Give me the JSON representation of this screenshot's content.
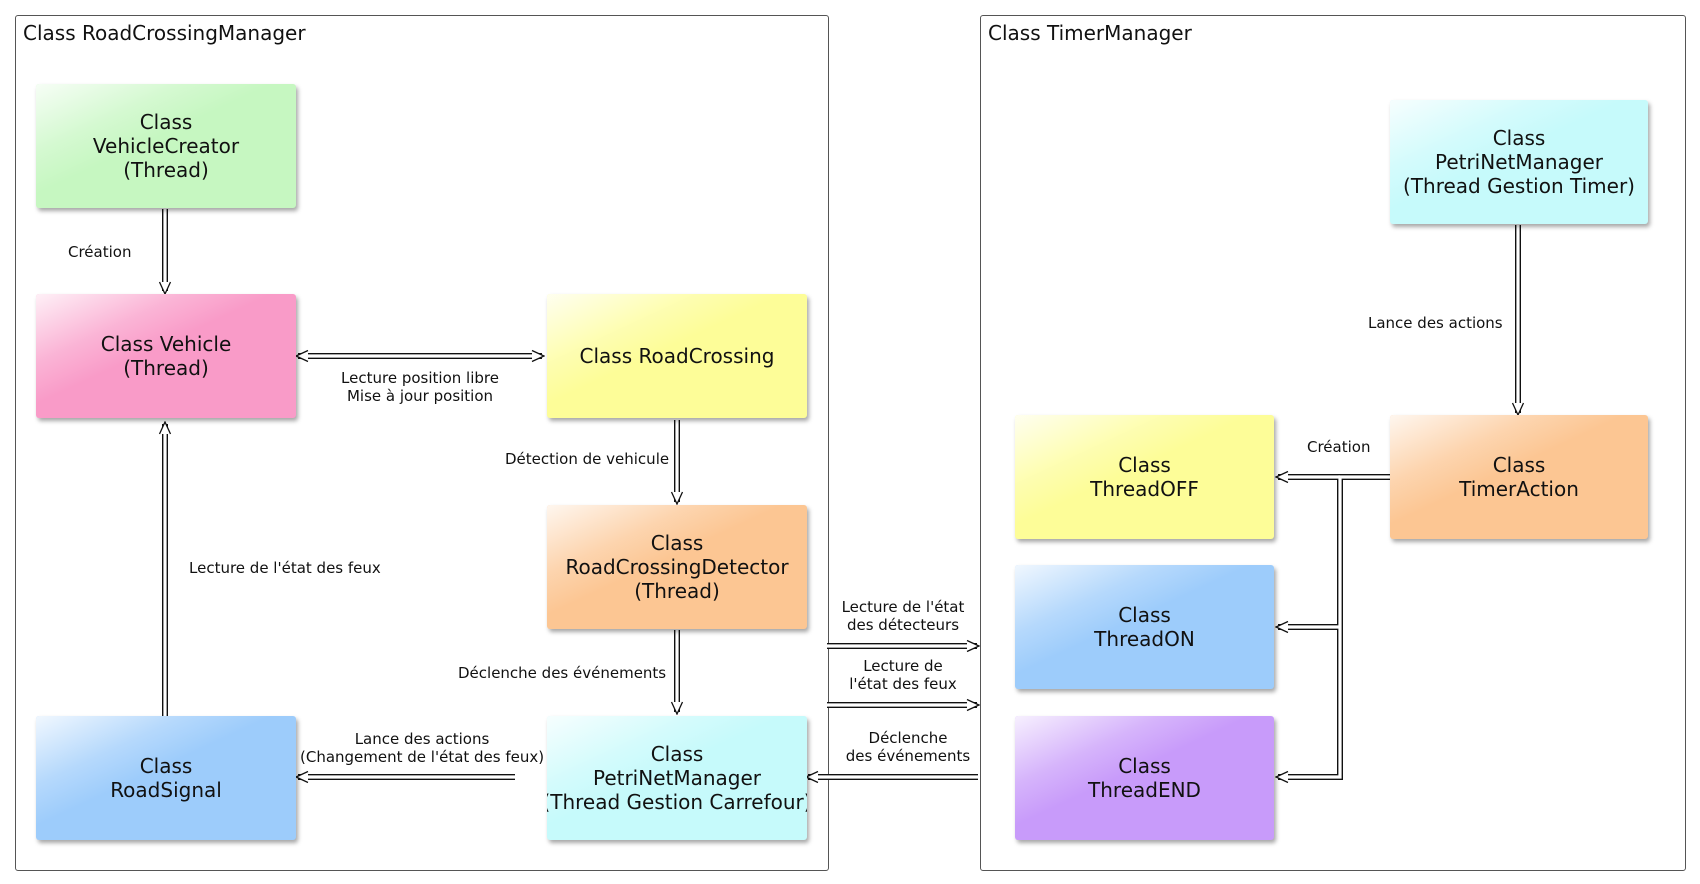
{
  "containers": {
    "left_title": "Class RoadCrossingManager",
    "right_title": "Class TimerManager"
  },
  "boxes": {
    "vehicle_creator": [
      "Class",
      "VehicleCreator",
      "(Thread)"
    ],
    "vehicle": [
      "Class Vehicle",
      "(Thread)"
    ],
    "road_crossing": [
      "Class RoadCrossing"
    ],
    "road_crossing_detector": [
      "Class",
      "RoadCrossingDetector",
      "(Thread)"
    ],
    "road_signal": [
      "Class",
      "RoadSignal"
    ],
    "petri_carrefour": [
      "Class",
      "PetriNetManager",
      "(Thread Gestion Carrefour)"
    ],
    "petri_timer": [
      "Class",
      "PetriNetManager",
      "(Thread Gestion Timer)"
    ],
    "timer_action": [
      "Class",
      "TimerAction"
    ],
    "thread_off": [
      "Class",
      "ThreadOFF"
    ],
    "thread_on": [
      "Class",
      "ThreadON"
    ],
    "thread_end": [
      "Class",
      "ThreadEND"
    ]
  },
  "colors": {
    "green": "#c6f7c1",
    "pink": "#f99bc8",
    "yellow": "#fdfd98",
    "orange": "#fcc693",
    "blue": "#9dccfb",
    "cyan": "#c6fafb",
    "purple": "#c89bfa"
  },
  "labels": {
    "creation_left": "Création",
    "lecture_position": [
      "Lecture position libre",
      "Mise à jour position"
    ],
    "detection": "Détection de vehicule",
    "lecture_feux_left": "Lecture de l'état des feux",
    "declenche_left": "Déclenche des événements",
    "lance_actions_left": [
      "Lance des actions",
      "(Changement de l'état des feux)"
    ],
    "lecture_detecteurs": [
      "Lecture de l'état",
      "des détecteurs"
    ],
    "lecture_feux_mid": [
      "Lecture de",
      "l'état des feux"
    ],
    "declenche_mid": [
      "Déclenche",
      "des événements"
    ],
    "lance_actions_right": "Lance des actions",
    "creation_right": "Création"
  }
}
